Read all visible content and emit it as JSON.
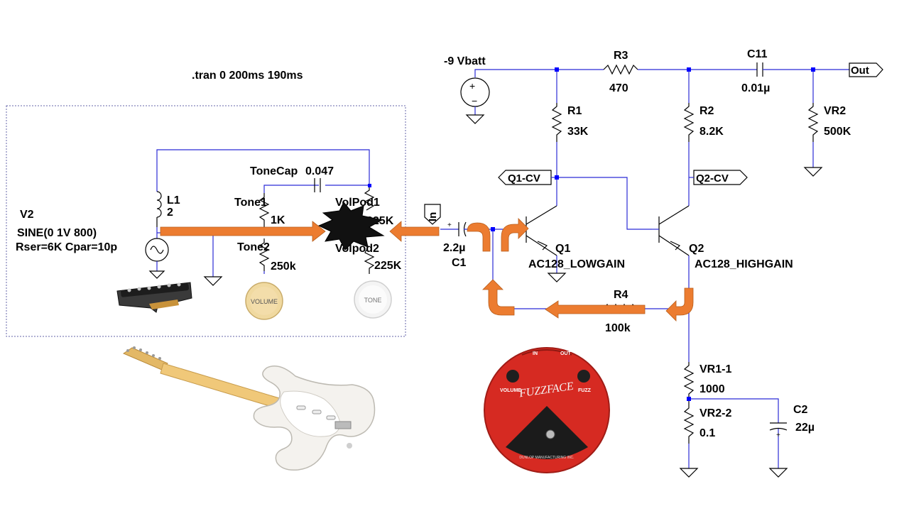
{
  "directive": ".tran 0 200ms 190ms",
  "components": {
    "v2": {
      "name": "V2",
      "value": "SINE(0 1V 800)",
      "params": "Rser=6K Cpar=10p"
    },
    "l1": {
      "name": "L1",
      "value": "2"
    },
    "tonecap": {
      "name": "ToneCap",
      "value": "0.047"
    },
    "tone1": {
      "name": "Tone1",
      "value": "1K"
    },
    "tone2": {
      "name": "Tone2",
      "value": "250k"
    },
    "volpod1": {
      "name": "VolPod1",
      "value": "225K"
    },
    "volpod2": {
      "name": "Volpod2",
      "value": "225K"
    },
    "vbatt": {
      "name": "-9 Vbatt"
    },
    "r3": {
      "name": "R3",
      "value": "470"
    },
    "c11": {
      "name": "C11",
      "value": "0.01µ"
    },
    "r1": {
      "name": "R1",
      "value": "33K"
    },
    "r2": {
      "name": "R2",
      "value": "8.2K"
    },
    "vr2": {
      "name": "VR2",
      "value": "500K"
    },
    "c1": {
      "name": "C1",
      "value": "2.2µ"
    },
    "q1": {
      "name": "Q1",
      "value": "AC128_LOWGAIN"
    },
    "q2": {
      "name": "Q2",
      "value": "AC128_HIGHGAIN"
    },
    "r4": {
      "name": "R4",
      "value": "100k"
    },
    "vr1_1": {
      "name": "VR1-1",
      "value": "1000"
    },
    "vr2_2": {
      "name": "VR2-2",
      "value": "0.1"
    },
    "c2": {
      "name": "C2",
      "value": "22µ"
    }
  },
  "net_labels": {
    "in": "In",
    "out": "Out",
    "q1cv": "Q1-CV",
    "q2cv": "Q2-CV"
  },
  "knobs": {
    "volume": "VOLUME",
    "tone": "TONE"
  },
  "pedal": {
    "brand": "FUZZFACE",
    "in": "IN",
    "out": "OUT",
    "volume": "VOLUME",
    "fuzz": "FUZZ",
    "maker": "DUNLOP MANUFACTURING INC."
  },
  "colors": {
    "wire": "#2b2bd6",
    "node": "#0000ff",
    "arrow": "#ec7c30",
    "pedal": "#d62a22",
    "selection": "#6666aa"
  }
}
